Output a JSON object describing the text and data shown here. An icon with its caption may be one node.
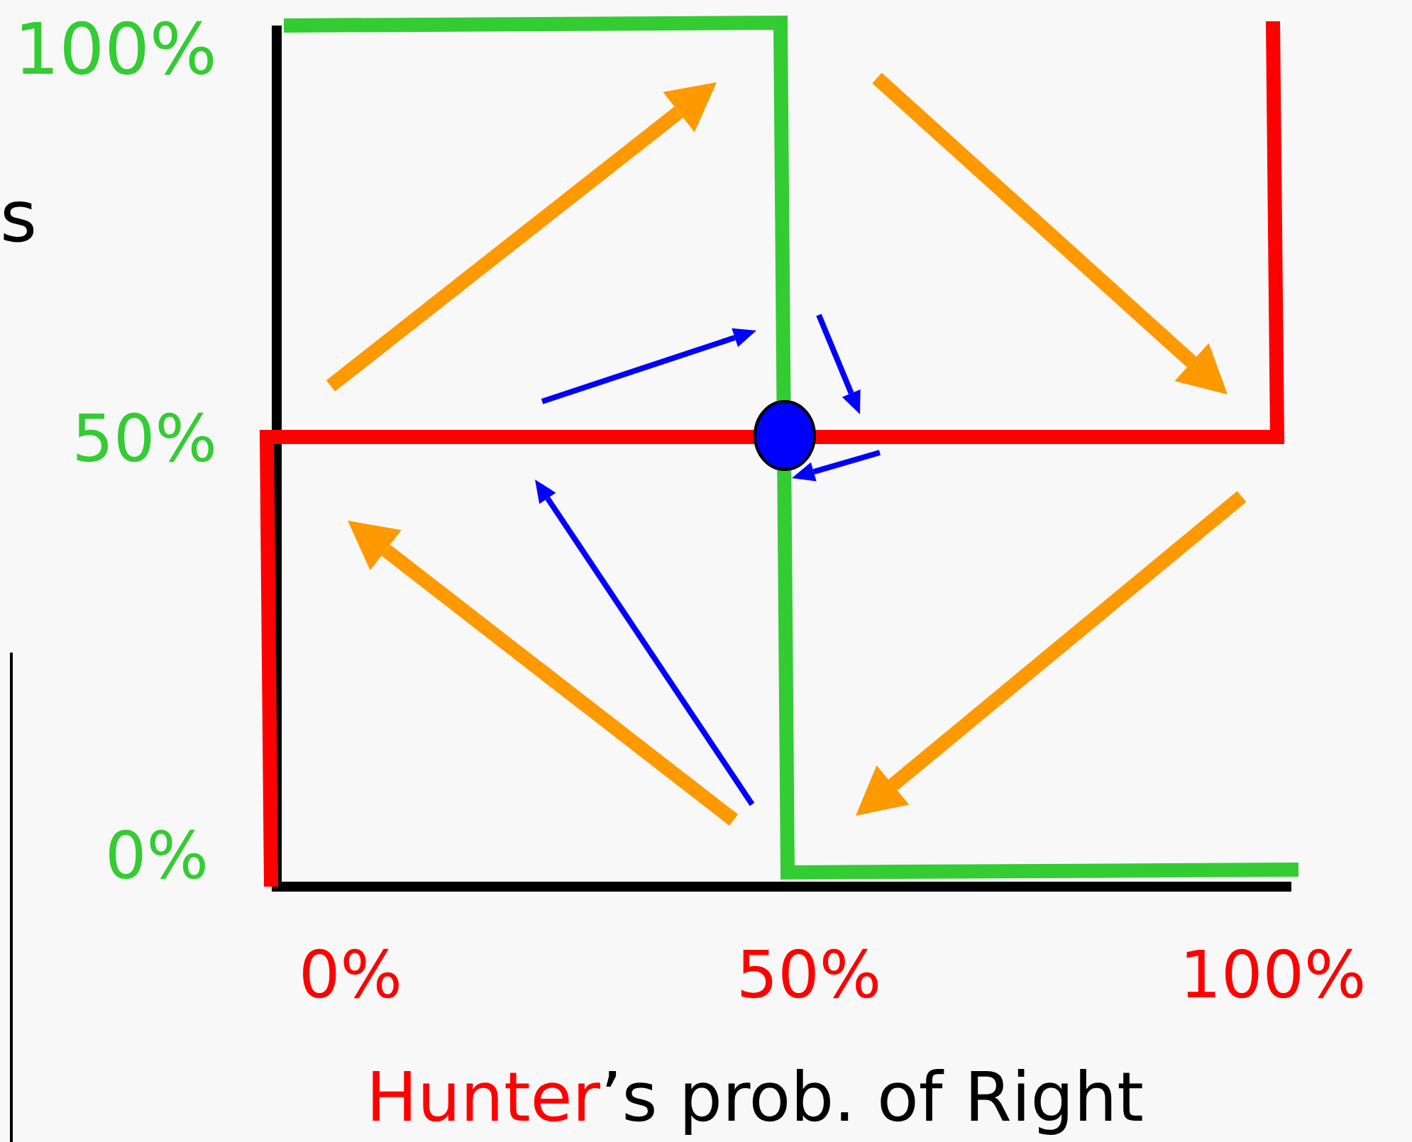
{
  "diagram": {
    "labels": [
      "s",
      "100%",
      "50%",
      "0%",
      "0%",
      "50%",
      "100%",
      "Hunter",
      "’s prob. of Right"
    ]
  }
}
